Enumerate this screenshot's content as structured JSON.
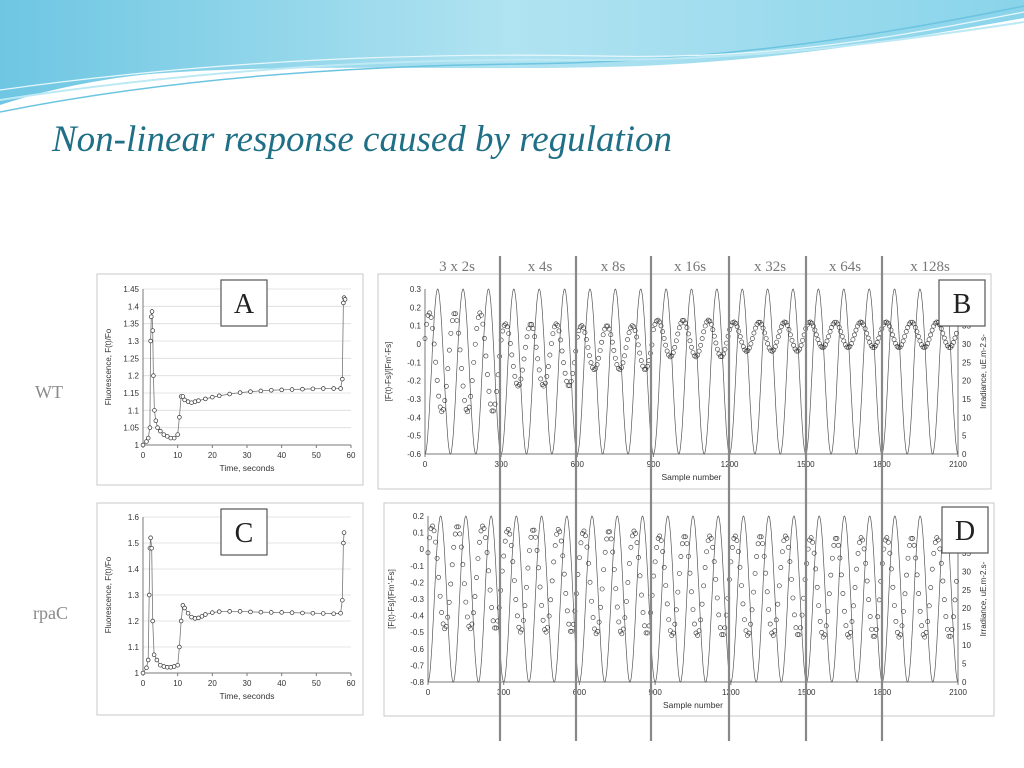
{
  "slide": {
    "title": "Non-linear response caused by regulation",
    "row_labels": [
      "WT",
      "rpaC"
    ],
    "pulse_labels": [
      "3 x 2s",
      "x 4s",
      "x 8s",
      "x 16s",
      "x 32s",
      "x 64s",
      "x 128s"
    ]
  },
  "colors": {
    "accent": "#1f6f86",
    "wave_light": "#a9dff0",
    "wave_mid": "#6cc4e0",
    "marker": "#333333",
    "divider": "#888888"
  },
  "chart_data": [
    {
      "id": "A",
      "type": "scatter",
      "panel_label": "A",
      "xlabel": "Time, seconds",
      "ylabel": "Fluorescence, F(t)/Fo",
      "xlim": [
        0,
        60
      ],
      "ylim": [
        1,
        1.45
      ],
      "xticks": [
        0,
        10,
        20,
        30,
        40,
        50,
        60
      ],
      "yticks": [
        1,
        1.05,
        1.1,
        1.15,
        1.2,
        1.25,
        1.3,
        1.35,
        1.4,
        1.45
      ],
      "ytick_labels": [
        "1",
        "1.05",
        "1.1",
        "1.15",
        "1.2",
        "1.25",
        "1.3",
        "1.35",
        "1.4",
        "1.45"
      ],
      "grid": "horizontal",
      "x": [
        0,
        1,
        1.5,
        2,
        2.2,
        2.4,
        2.6,
        2.8,
        3,
        3.3,
        3.7,
        4.2,
        5,
        6,
        7,
        8,
        9,
        10,
        10.5,
        11,
        11.5,
        12,
        13,
        14,
        15,
        16,
        18,
        20,
        22,
        25,
        28,
        31,
        34,
        37,
        40,
        43,
        46,
        49,
        52,
        55,
        57,
        57.5,
        57.8,
        58,
        58.3
      ],
      "y": [
        1.0,
        1.01,
        1.02,
        1.05,
        1.3,
        1.37,
        1.385,
        1.33,
        1.2,
        1.1,
        1.07,
        1.05,
        1.04,
        1.03,
        1.025,
        1.02,
        1.02,
        1.03,
        1.08,
        1.14,
        1.14,
        1.13,
        1.125,
        1.122,
        1.125,
        1.128,
        1.133,
        1.138,
        1.142,
        1.147,
        1.151,
        1.154,
        1.156,
        1.158,
        1.159,
        1.16,
        1.161,
        1.162,
        1.163,
        1.163,
        1.163,
        1.19,
        1.41,
        1.425,
        1.42
      ]
    },
    {
      "id": "C",
      "type": "scatter",
      "panel_label": "C",
      "xlabel": "Time, seconds",
      "ylabel": "Fluorescence, F(t)/Fo",
      "xlim": [
        0,
        60
      ],
      "ylim": [
        1,
        1.6
      ],
      "xticks": [
        0,
        10,
        20,
        30,
        40,
        50,
        60
      ],
      "yticks": [
        1,
        1.1,
        1.2,
        1.3,
        1.4,
        1.5,
        1.6
      ],
      "ytick_labels": [
        "1",
        "1.1",
        "1.2",
        "1.3",
        "1.4",
        "1.5",
        "1.6"
      ],
      "grid": "horizontal",
      "x": [
        0,
        1,
        1.5,
        1.8,
        2,
        2.2,
        2.5,
        2.8,
        3.2,
        4,
        5,
        6,
        7,
        8,
        9,
        10,
        10.5,
        11,
        11.5,
        12,
        13,
        14,
        15,
        16,
        17,
        18,
        20,
        22,
        25,
        28,
        31,
        34,
        37,
        40,
        43,
        46,
        49,
        52,
        55,
        57,
        57.5,
        57.8,
        58
      ],
      "y": [
        1.0,
        1.02,
        1.05,
        1.3,
        1.48,
        1.52,
        1.48,
        1.2,
        1.07,
        1.05,
        1.03,
        1.025,
        1.022,
        1.022,
        1.025,
        1.03,
        1.1,
        1.2,
        1.26,
        1.25,
        1.23,
        1.215,
        1.21,
        1.212,
        1.218,
        1.225,
        1.232,
        1.236,
        1.237,
        1.237,
        1.235,
        1.234,
        1.233,
        1.233,
        1.232,
        1.231,
        1.23,
        1.229,
        1.228,
        1.23,
        1.28,
        1.5,
        1.54
      ]
    },
    {
      "id": "B",
      "type": "line+scatter",
      "panel_label": "B",
      "xlabel": "Sample number",
      "ylabel": "[F(t)-Fs]/[Fm'-Fs]",
      "ylabel_right": "Irradiance, uE.m-2.s-",
      "xlim": [
        0,
        2100
      ],
      "ylim": [
        -0.6,
        0.3
      ],
      "ylim_right": [
        0,
        45
      ],
      "xticks": [
        0,
        300,
        600,
        900,
        1200,
        1500,
        1800,
        2100
      ],
      "yticks": [
        -0.6,
        -0.5,
        -0.4,
        -0.3,
        -0.2,
        -0.1,
        0,
        0.1,
        0.2,
        0.3
      ],
      "ytick_labels": [
        "-0.6",
        "-0.5",
        "-0.4",
        "-0.3",
        "-0.2",
        "-0.1",
        "0",
        "0.1",
        "0.2",
        "0.3"
      ],
      "yticks_right": [
        0,
        5,
        10,
        15,
        20,
        25,
        30,
        35
      ],
      "ytick_labels_right": [
        "0",
        "5",
        "10",
        "15",
        "20",
        "25",
        "30",
        "35"
      ],
      "grid": "none",
      "segments": [
        {
          "start": 0,
          "end": 300,
          "cycles": 3,
          "amp": 0.27,
          "off": -0.1
        },
        {
          "start": 300,
          "end": 600,
          "cycles": 3,
          "amp": 0.17,
          "off": -0.06
        },
        {
          "start": 600,
          "end": 900,
          "cycles": 3,
          "amp": 0.12,
          "off": -0.02
        },
        {
          "start": 900,
          "end": 1200,
          "cycles": 3,
          "amp": 0.1,
          "off": 0.03
        },
        {
          "start": 1200,
          "end": 1500,
          "cycles": 3,
          "amp": 0.08,
          "off": 0.04
        },
        {
          "start": 1500,
          "end": 1800,
          "cycles": 3,
          "amp": 0.07,
          "off": 0.05
        },
        {
          "start": 1800,
          "end": 2100,
          "cycles": 3,
          "amp": 0.07,
          "off": 0.05
        }
      ],
      "irradiance": {
        "cycles": 21,
        "min": 0,
        "max": 45
      }
    },
    {
      "id": "D",
      "type": "line+scatter",
      "panel_label": "D",
      "xlabel": "Sample number",
      "ylabel": "[F(t)-Fs]/[Fm'-Fs]",
      "ylabel_right": "Irradiance, uE.m-2.s-",
      "xlim": [
        0,
        2100
      ],
      "ylim": [
        -0.8,
        0.2
      ],
      "ylim_right": [
        0,
        45
      ],
      "xticks": [
        0,
        300,
        600,
        900,
        1200,
        1500,
        1800,
        2100
      ],
      "yticks": [
        -0.8,
        -0.7,
        -0.6,
        -0.5,
        -0.4,
        -0.3,
        -0.2,
        -0.1,
        0,
        0.1,
        0.2
      ],
      "ytick_labels": [
        "-0.8",
        "-0.7",
        "-0.6",
        "-0.5",
        "-0.4",
        "-0.3",
        "-0.2",
        "-0.1",
        "0",
        "0.1",
        "0.2"
      ],
      "yticks_right": [
        0,
        5,
        10,
        15,
        20,
        25,
        30,
        35
      ],
      "ytick_labels_right": [
        "0",
        "5",
        "10",
        "15",
        "20",
        "25",
        "30",
        "35"
      ],
      "grid": "none",
      "segments": [
        {
          "start": 0,
          "end": 300,
          "cycles": 3,
          "amp": 0.31,
          "off": -0.17
        },
        {
          "start": 300,
          "end": 600,
          "cycles": 3,
          "amp": 0.31,
          "off": -0.19
        },
        {
          "start": 600,
          "end": 900,
          "cycles": 3,
          "amp": 0.31,
          "off": -0.2
        },
        {
          "start": 900,
          "end": 1200,
          "cycles": 3,
          "amp": 0.3,
          "off": -0.22
        },
        {
          "start": 1200,
          "end": 1500,
          "cycles": 3,
          "amp": 0.3,
          "off": -0.22
        },
        {
          "start": 1500,
          "end": 1800,
          "cycles": 3,
          "amp": 0.3,
          "off": -0.23
        },
        {
          "start": 1800,
          "end": 2100,
          "cycles": 3,
          "amp": 0.3,
          "off": -0.23
        }
      ],
      "irradiance": {
        "cycles": 21,
        "min": 0,
        "max": 45
      }
    }
  ]
}
